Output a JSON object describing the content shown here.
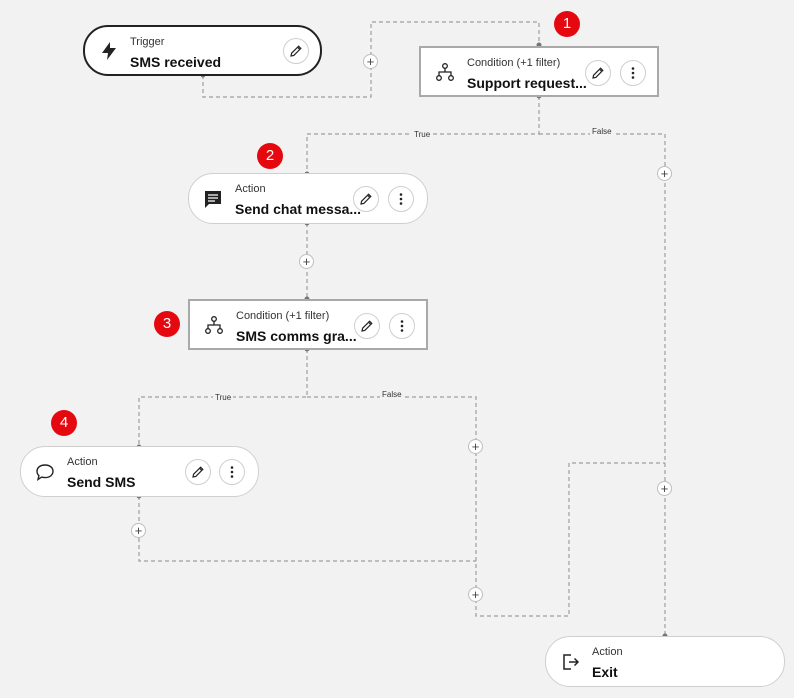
{
  "colors": {
    "badge": "#e5090f",
    "background": "#f2f2f2",
    "wire": "#9e9e9e"
  },
  "nodes": {
    "trigger": {
      "kind": "Trigger",
      "title": "SMS received",
      "icon": "lightning-icon"
    },
    "condition1": {
      "kind": "Condition (+1 filter)",
      "title": "Support request...",
      "icon": "branch-icon"
    },
    "action_chat": {
      "kind": "Action",
      "title": "Send chat messa...",
      "icon": "chat-message-icon"
    },
    "condition2": {
      "kind": "Condition (+1 filter)",
      "title": "SMS comms gra...",
      "icon": "branch-icon"
    },
    "action_sms": {
      "kind": "Action",
      "title": "Send SMS",
      "icon": "speech-bubble-icon"
    },
    "action_exit": {
      "kind": "Action",
      "title": "Exit",
      "icon": "exit-icon"
    }
  },
  "edges": {
    "c1_true": "True",
    "c1_false": "False",
    "c2_true": "True",
    "c2_false": "False"
  },
  "badges": [
    "1",
    "2",
    "3",
    "4"
  ]
}
